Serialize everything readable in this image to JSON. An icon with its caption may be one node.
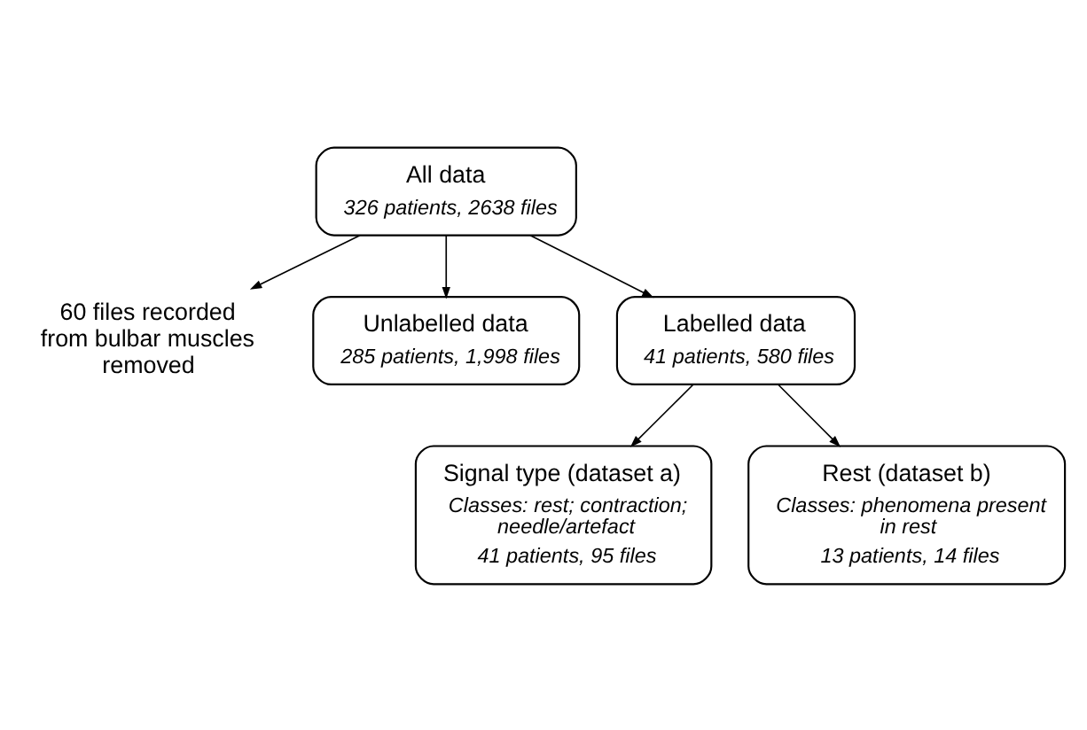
{
  "diagram": {
    "nodes": [
      {
        "text": [
          "All data",
          "326 patients, 2638 files"
        ]
      },
      {
        "text": [
          "60 files recorded from bulbar muscles removed"
        ]
      },
      {
        "text": [
          "Unlabelled data",
          "285 patients, 1,998 files"
        ]
      },
      {
        "text": [
          "Labelled data",
          "41 patients, 580 files"
        ]
      },
      {
        "text": [
          "Signal type (dataset a)",
          "Classes: rest; contraction; needle/artefact",
          "41 patients, 95 files"
        ]
      },
      {
        "text": [
          "Rest (dataset b)",
          "Classes: phenomena present in rest",
          "13 patients, 14 files"
        ]
      }
    ],
    "edges": [
      {
        "from": 0,
        "to": 1,
        "arrow": "to"
      },
      {
        "from": 0,
        "to": 2,
        "arrow": "to"
      },
      {
        "from": 0,
        "to": 3,
        "arrow": "to"
      },
      {
        "from": 3,
        "to": 4,
        "arrow": "to"
      },
      {
        "from": 3,
        "to": 5,
        "arrow": "to"
      }
    ]
  }
}
